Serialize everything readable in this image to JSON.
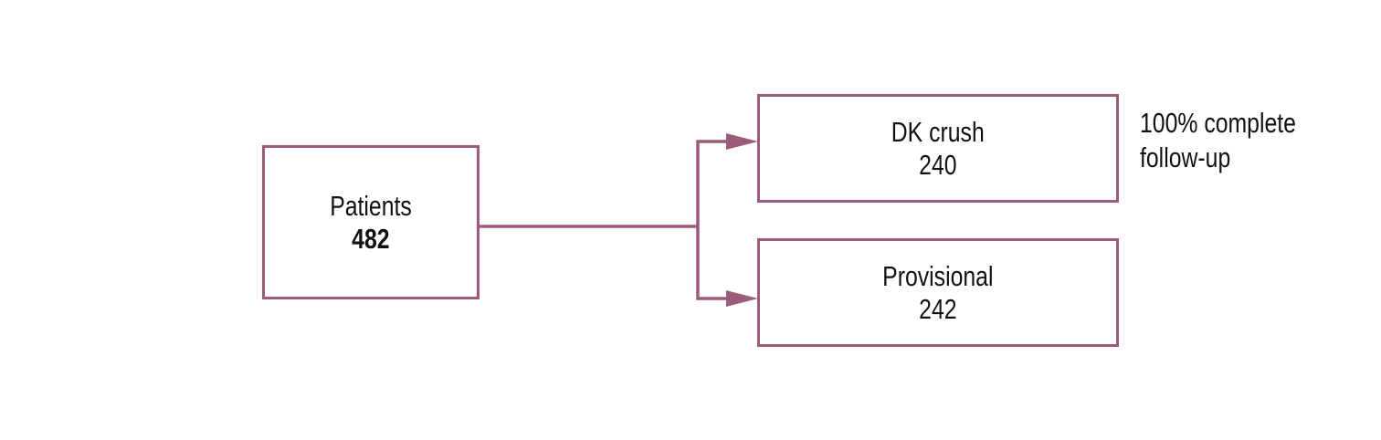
{
  "colors": {
    "accent": "#9a5c7a"
  },
  "patients": {
    "label": "Patients",
    "count": "482"
  },
  "arms": [
    {
      "label": "DK crush",
      "count": "240"
    },
    {
      "label": "Provisional",
      "count": "242"
    }
  ],
  "note": {
    "line1": "100% complete",
    "line2": "follow-up"
  }
}
